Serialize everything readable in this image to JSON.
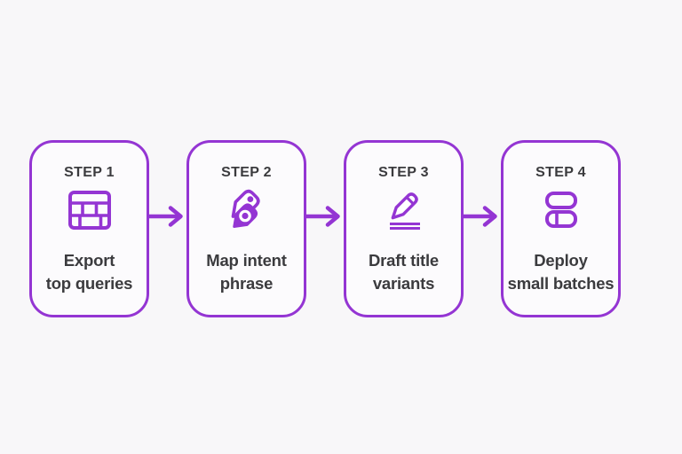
{
  "diagram": {
    "type": "process-flow",
    "flow_direction": "left-to-right",
    "arrow_count": 3,
    "steps": [
      {
        "label": "STEP 1",
        "title": "Export\ntop queries",
        "icon": "table-icon"
      },
      {
        "label": "STEP 2",
        "title": "Map intent\nphrase",
        "icon": "tags-icon"
      },
      {
        "label": "STEP 3",
        "title": "Draft title\nvariants",
        "icon": "pencil-icon"
      },
      {
        "label": "STEP 4",
        "title": "Deploy\nsmall batches",
        "icon": "batch-rows-icon"
      }
    ],
    "colors": {
      "accent": "#9435d3",
      "text": "#3b3b3e",
      "card_bg": "#fcfbfd",
      "page_bg": "#f8f7f9"
    }
  }
}
